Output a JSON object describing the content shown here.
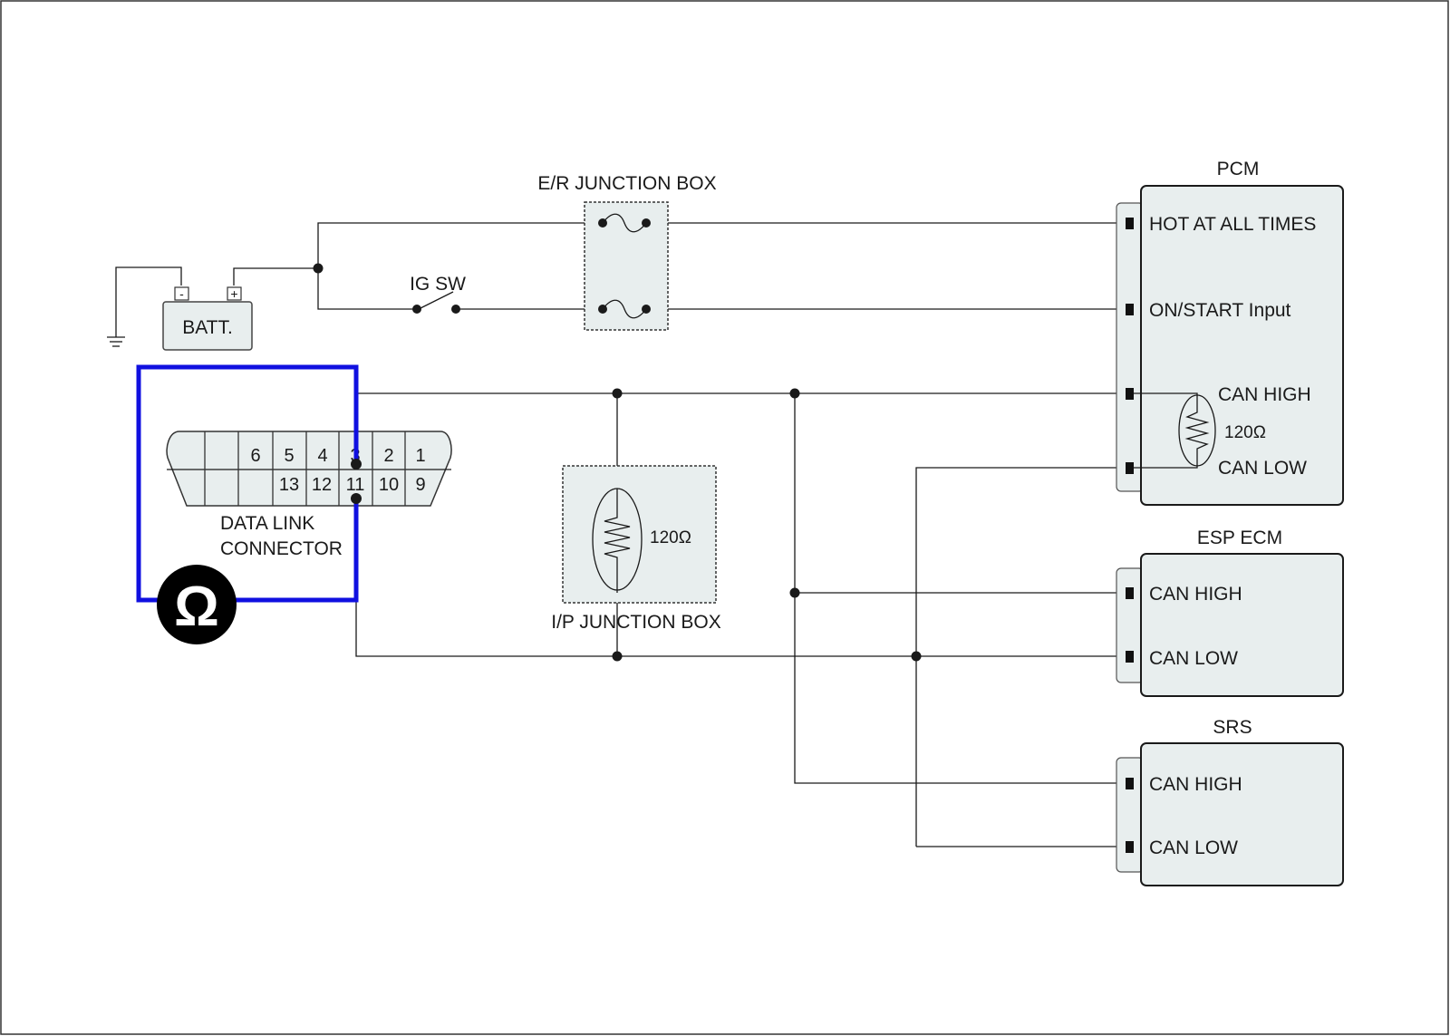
{
  "battery": {
    "label": "BATT.",
    "neg_symbol": "-",
    "pos_symbol": "+"
  },
  "er_junction_box": {
    "label": "E/R JUNCTION BOX"
  },
  "ig_switch": {
    "label": "IG SW"
  },
  "pcm": {
    "title": "PCM",
    "pins": [
      "HOT AT ALL TIMES",
      "ON/START Input",
      "CAN HIGH",
      "CAN LOW"
    ],
    "resistor": "120Ω"
  },
  "esp_ecm": {
    "title": "ESP ECM",
    "pins": [
      "CAN HIGH",
      "CAN LOW"
    ]
  },
  "srs": {
    "title": "SRS",
    "pins": [
      "CAN HIGH",
      "CAN LOW"
    ]
  },
  "ip_junction_box": {
    "label": "I/P JUNCTION BOX",
    "resistor": "120Ω"
  },
  "data_link_connector": {
    "label_line1": "DATA LINK",
    "label_line2": "CONNECTOR",
    "top_row": [
      "6",
      "5",
      "4",
      "3",
      "2",
      "1"
    ],
    "bottom_row": [
      "13",
      "12",
      "11",
      "10",
      "9"
    ]
  },
  "ohmmeter": {
    "symbol": "Ω",
    "color": "#1010e0"
  }
}
